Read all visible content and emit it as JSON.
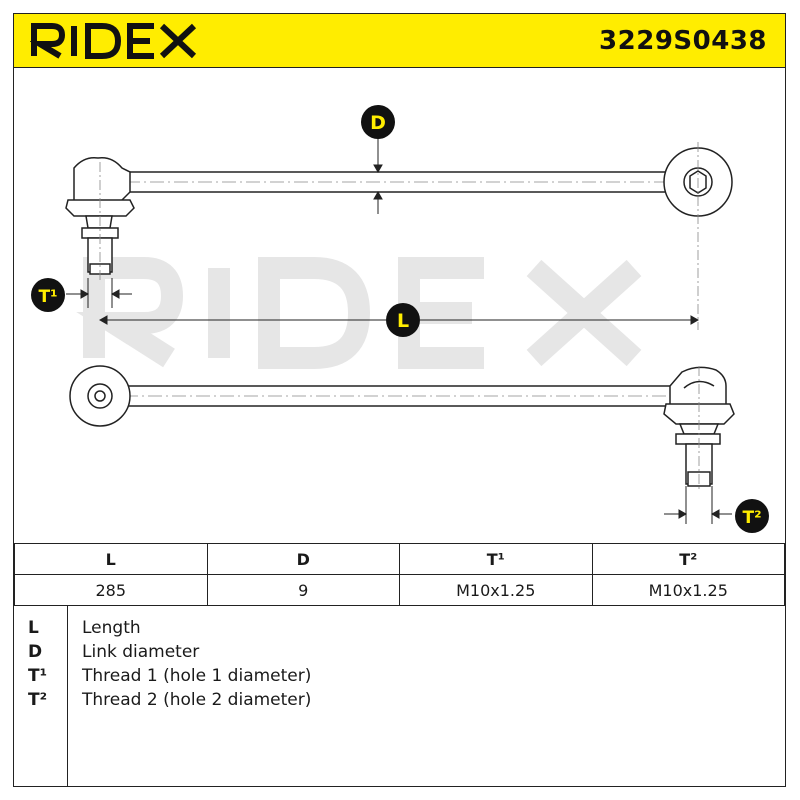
{
  "header": {
    "brand": "RIDEX",
    "part_number": "3229S0438"
  },
  "drawing": {
    "markers": {
      "diameter": "D",
      "length": "L",
      "thread1": "T¹",
      "thread2": "T²"
    },
    "watermark": "RIDEX"
  },
  "spec_table": {
    "headers": [
      "L",
      "D",
      "T¹",
      "T²"
    ],
    "values": [
      "285",
      "9",
      "M10x1.25",
      "M10x1.25"
    ]
  },
  "legend": [
    {
      "key": "L",
      "text": "Length"
    },
    {
      "key": "D",
      "text": "Link diameter"
    },
    {
      "key": "T¹",
      "text": "Thread 1 (hole 1 diameter)"
    },
    {
      "key": "T²",
      "text": "Thread 2 (hole 2 diameter)"
    }
  ],
  "colors": {
    "brand_yellow": "#ffed00",
    "ink": "#1a1a1a"
  }
}
